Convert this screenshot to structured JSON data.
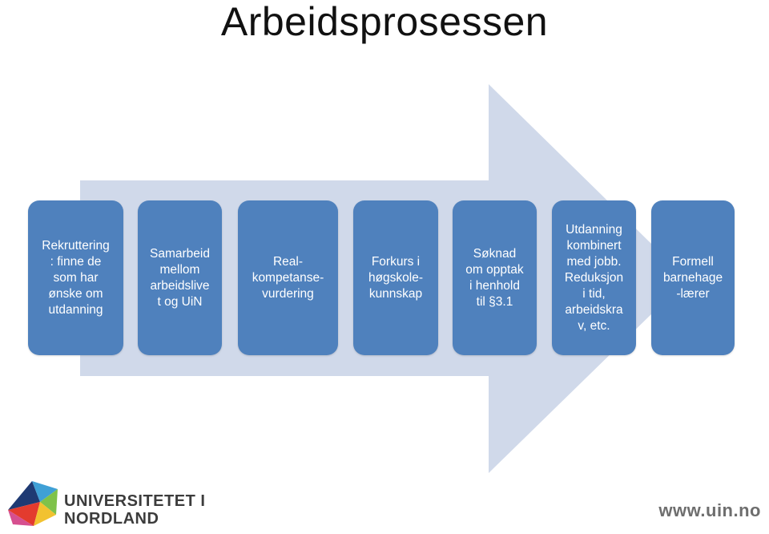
{
  "title": "Arbeidsprosessen",
  "steps": [
    {
      "label": "Rekruttering\n: finne de\nsom har\nønske om\nutdanning"
    },
    {
      "label": "Samarbeid\nmellom\narbeidslive\nt og UiN"
    },
    {
      "label": "Real-\nkompetanse-\nvurdering"
    },
    {
      "label": "Forkurs i\nhøgskole-\nkunnskap"
    },
    {
      "label": "Søknad\nom opptak\ni henhold\ntil §3.1"
    },
    {
      "label": "Utdanning\nkombinert\nmed jobb.\nReduksjon\ni tid,\narbeidskra\nv, etc."
    },
    {
      "label": "Formell\nbarnehage\n-lærer"
    }
  ],
  "logo": {
    "line1": "UNIVERSITETET I",
    "line2": "NORDLAND"
  },
  "url": "www.uin.no",
  "colors": {
    "box": "#4f81bd",
    "arrow": "#d0d9ea",
    "text": "#ffffff"
  }
}
